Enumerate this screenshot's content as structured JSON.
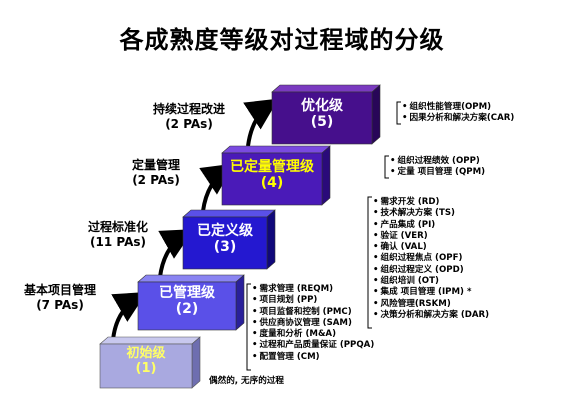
{
  "title": "各成熟度等级对过程域的分级",
  "levels": [
    {
      "name": "初始级",
      "number": "(1)"
    },
    {
      "name": "已管理级",
      "number": "(2)"
    },
    {
      "name": "已定义级",
      "number": "(3)"
    },
    {
      "name": "已定量管理级",
      "number": "(4)"
    },
    {
      "name": "优化级",
      "number": "(5)"
    }
  ],
  "transitions": [
    {
      "name": "基本项目管理",
      "count": "(7 PAs)"
    },
    {
      "name": "过程标准化",
      "count": "(11 PAs)"
    },
    {
      "name": "定量管理",
      "count": "(2 PAs)"
    },
    {
      "name": "持续过程改进",
      "count": "(2 PAs)"
    }
  ],
  "process_areas": {
    "level2": [
      "需求管理 (REQM)",
      "项目规划 (PP)",
      "项目监督和控制 (PMC)",
      "供应商协议管理 (SAM)",
      "度量和分析 (M&A)",
      "过程和产品质量保证 (PPQA)",
      "配置管理 (CM)"
    ],
    "level3": [
      "需求开发 (RD)",
      "技术解决方案 (TS)",
      "产品集成 (PI)",
      "验证 (VER)",
      "确认 (VAL)",
      "组织过程焦点 (OPF)",
      "组织过程定义 (OPD)",
      "组织培训 (OT)",
      "集成 项目管理 (IPM)  *",
      "风险管理(RSKM)",
      "决策分析和解决方案 (DAR)"
    ],
    "level4": [
      "组织过程绩效 (OPP)",
      "定量 项目管理 (QPM)"
    ],
    "level5": [
      "组织性能管理(OPM)",
      "因果分析和解决方案(CAR)"
    ]
  },
  "level1_note": "偶然的, 无序的过程",
  "colors": {
    "level1": "#a9a9e0",
    "level2": "#5a50e8",
    "level3": "#2418d0",
    "level4": "#4a1ab8",
    "level5": "#460f8c",
    "text_light": "#ffffff",
    "text_yellow": "#ffff00"
  }
}
